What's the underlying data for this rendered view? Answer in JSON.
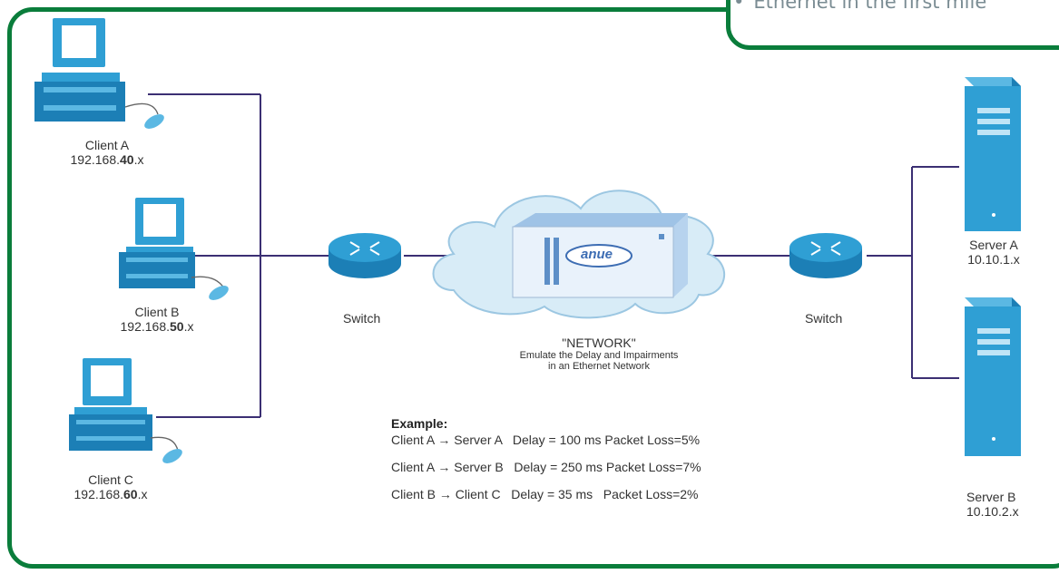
{
  "callout": {
    "bullet": "•",
    "text": "Ethernet in the first mile"
  },
  "clients": [
    {
      "name": "Client A",
      "ip_prefix": "192.168.",
      "ip_octet": "40",
      "ip_suffix": ".x"
    },
    {
      "name": "Client B",
      "ip_prefix": "192.168.",
      "ip_octet": "50",
      "ip_suffix": ".x"
    },
    {
      "name": "Client C",
      "ip_prefix": "192.168.",
      "ip_octet": "60",
      "ip_suffix": ".x"
    }
  ],
  "switches": {
    "left": "Switch",
    "right": "Switch"
  },
  "servers": [
    {
      "name": "Server A",
      "ip": "10.10.1.x"
    },
    {
      "name": "Server B",
      "ip": "10.10.2.x"
    }
  ],
  "network": {
    "title": "\"NETWORK\"",
    "line1": "Emulate the Delay and Impairments",
    "line2": "in an Ethernet Network",
    "logo": "anue"
  },
  "example": {
    "heading": "Example:",
    "rows": [
      "Client A → Server A   Delay = 100 ms Packet Loss=5%",
      "Client A → Server B   Delay = 250 ms Packet Loss=7%",
      "Client B → Client C   Delay = 35 ms   Packet Loss=2%"
    ]
  },
  "colors": {
    "frame": "#0a7d3b",
    "device_blue": "#2f9fd4",
    "line_purple": "#3b2f73",
    "cloud": "#d8ecf7"
  }
}
